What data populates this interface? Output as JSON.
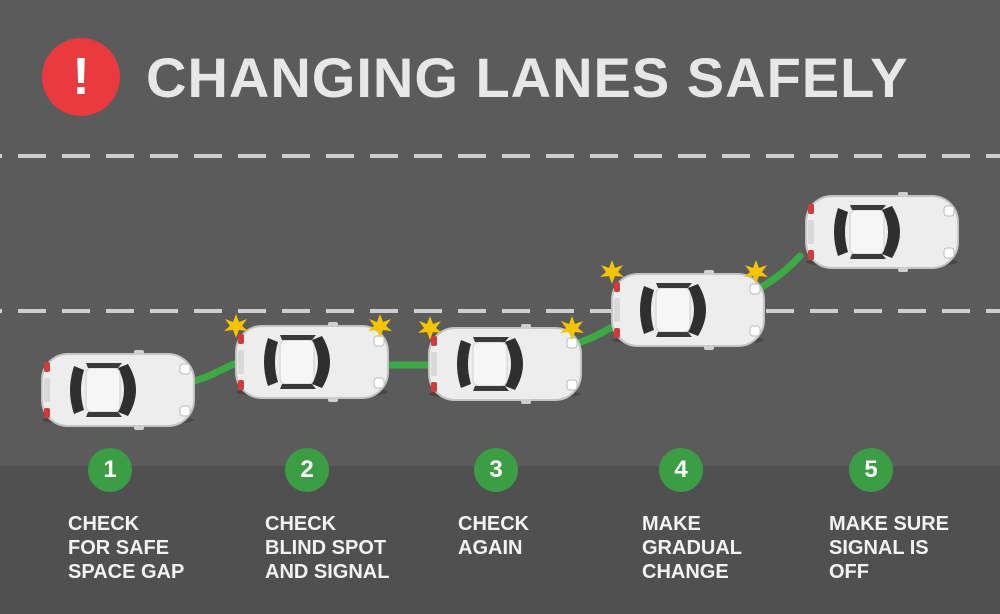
{
  "title": "CHANGING LANES SAFELY",
  "alert_icon": {
    "icon": "exclamation-icon",
    "glyph": "!",
    "color": "#e93a3f"
  },
  "colors": {
    "road": "#5b5b5b",
    "footer": "#505050",
    "path": "#3da944",
    "badge": "#3b9e44",
    "signal": "#f5c400"
  },
  "steps": [
    {
      "number": "1",
      "text": "CHECK\nFOR SAFE\nSPACE GAP"
    },
    {
      "number": "2",
      "text": "CHECK\nBLIND SPOT\nAND SIGNAL"
    },
    {
      "number": "3",
      "text": "CHECK\nAGAIN"
    },
    {
      "number": "4",
      "text": "MAKE\nGRADUAL\nCHANGE"
    },
    {
      "number": "5",
      "text": "MAKE SURE\nSIGNAL IS\nOFF"
    }
  ]
}
